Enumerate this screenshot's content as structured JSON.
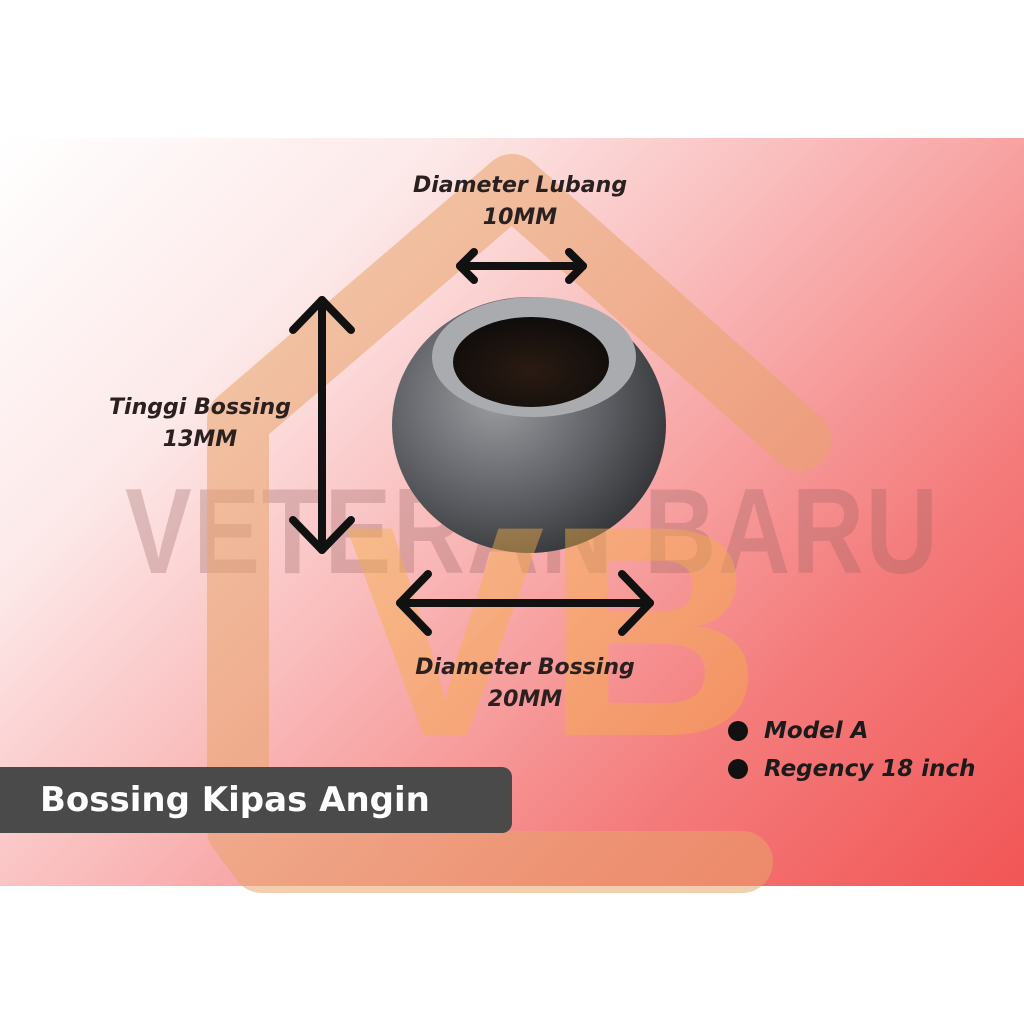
{
  "watermark": "VETERAN BARU",
  "logo_monogram": "VB",
  "dimensions": {
    "hole_diameter": {
      "label": "Diameter Lubang",
      "value": "10MM"
    },
    "height": {
      "label": "Tinggi Bossing",
      "value": "13MM"
    },
    "outer_diameter": {
      "label": "Diameter Bossing",
      "value": "20MM"
    }
  },
  "title": "Bossing Kipas Angin",
  "bullets": [
    "Model A",
    "Regency 18 inch"
  ],
  "colors": {
    "banner_start": "#ffffff",
    "banner_end": "#f25555",
    "title_bar": "#4a4a4a",
    "logo": "#e8a46c",
    "arrows": "#111111"
  }
}
